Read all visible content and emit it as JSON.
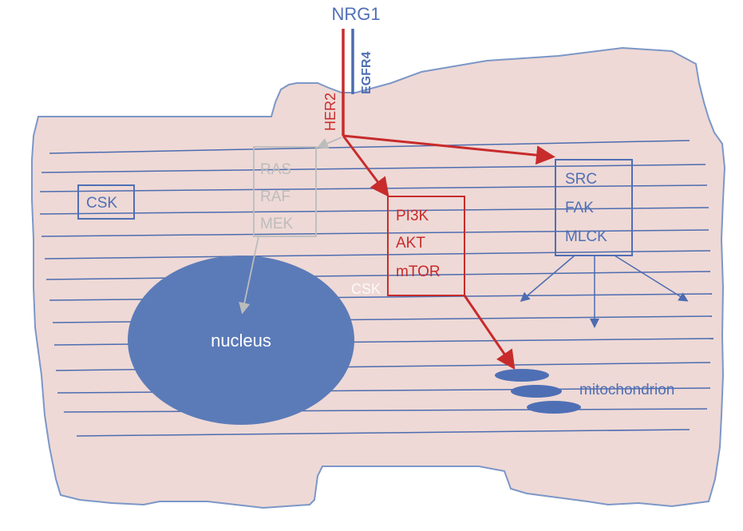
{
  "ligand": "NRG1",
  "receptors": {
    "her2": "HER2",
    "egfr4": "EGFR4"
  },
  "csk_box": "CSK",
  "csk_faint": "CSK",
  "gray_pathway": [
    "RAS",
    "RAF",
    "MEK"
  ],
  "red_pathway": [
    "PI3K",
    "AKT",
    "mTOR"
  ],
  "blue_pathway": [
    "SRC",
    "FAK",
    "MLCK"
  ],
  "nucleus": "nucleus",
  "mitochondrion": "mitochondrion",
  "colors": {
    "cell_fill": "#eed9d6",
    "cell_stroke": "#7c97c7",
    "filament": "#4d6cb0",
    "blue_text": "#4f6fb5",
    "red": "#c82b2b",
    "gray": "#bcbcbc",
    "nucleus": "#5b7bb8",
    "mitochondrion": "#4f6fb5"
  }
}
